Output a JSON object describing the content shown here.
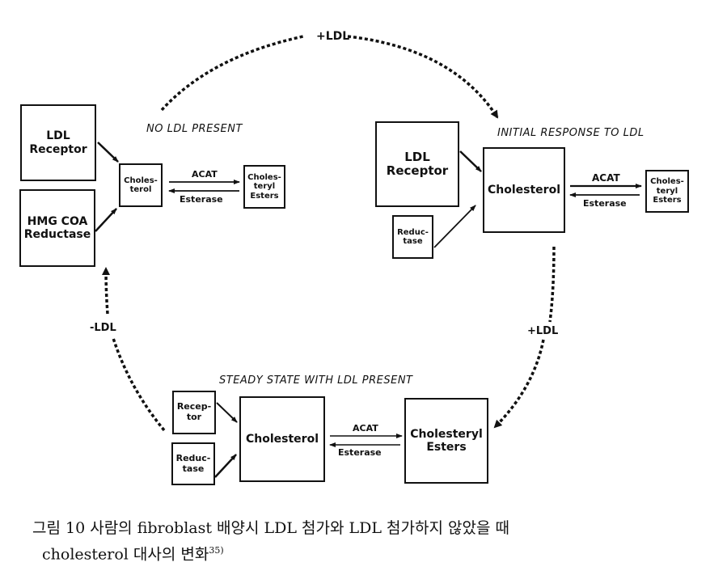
{
  "diagram": {
    "cycle_labels": {
      "top": "+LDL",
      "right": "+LDL",
      "left": "-LDL"
    },
    "panels": [
      {
        "title": "NO LDL PRESENT",
        "receptor": "LDL\nReceptor",
        "reductase": "HMG COA\nReductase",
        "cholesterol": "Choles-\nterol",
        "esters": "Choles-\nteryl\nEsters",
        "forward_enzyme": "ACAT",
        "reverse_enzyme": "Esterase"
      },
      {
        "title": "INITIAL RESPONSE TO LDL",
        "receptor": "LDL\nReceptor",
        "reductase": "Reduc-\ntase",
        "cholesterol": "Cholesterol",
        "esters": "Choles-\nteryl\nEsters",
        "forward_enzyme": "ACAT",
        "reverse_enzyme": "Esterase"
      },
      {
        "title": "STEADY STATE WITH LDL PRESENT",
        "receptor": "Recep-\ntor",
        "reductase": "Reduc-\ntase",
        "cholesterol": "Cholesterol",
        "esters": "Cholesteryl\nEsters",
        "forward_enzyme": "ACAT",
        "reverse_enzyme": "Esterase"
      }
    ]
  },
  "caption": {
    "line1": "그림 10  사람의 fibroblast 배양시 LDL 첨가와 LDL 첨가하지 않았을 때",
    "line2": "cholesterol 대사의 변화",
    "ref": "35)"
  }
}
